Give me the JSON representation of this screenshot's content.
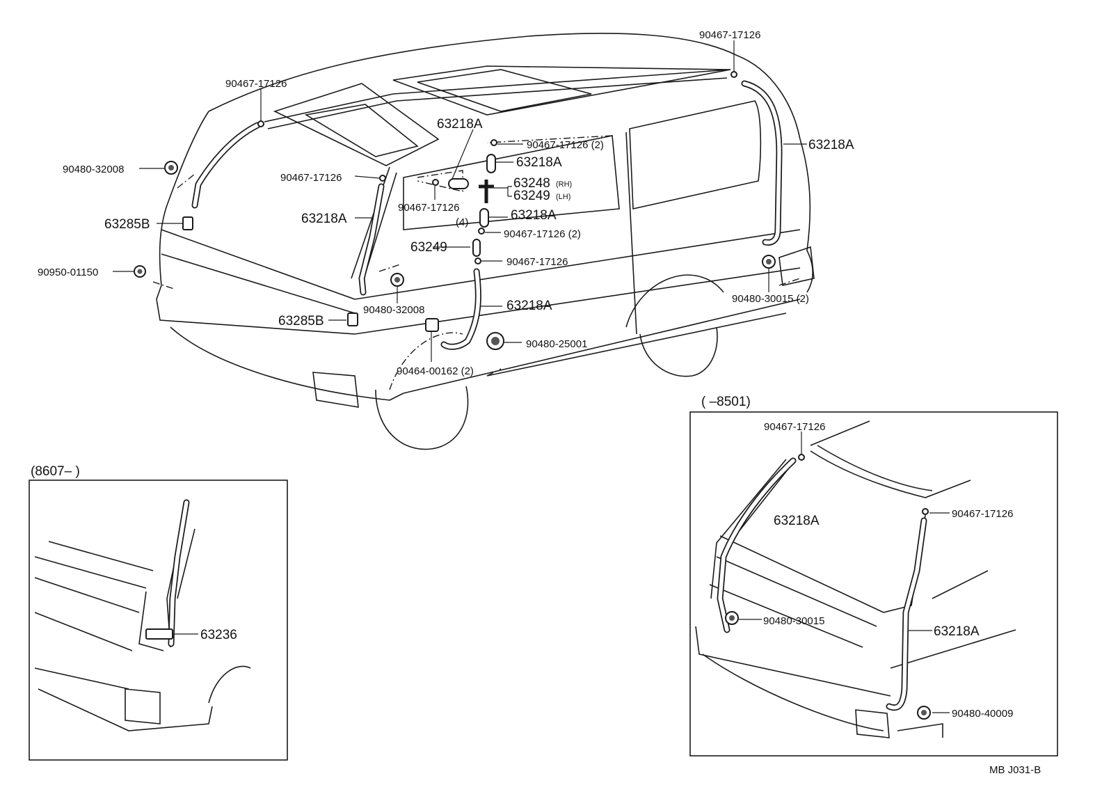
{
  "callouts": {
    "c01": "90467-17126",
    "c02": "90467-17126",
    "c03": "90480-32008",
    "c04": "63285B",
    "c05": "90950-01150",
    "c06": "90467-17126",
    "c07": "63218A",
    "c08": "90467-17126",
    "c09": "(4)",
    "c10": "63218A",
    "c11": "90467-17126 (2)",
    "c12": "63218A",
    "c13": "63248",
    "c14": "(RH)",
    "c15": "63249",
    "c16": "(LH)",
    "c17": "63218A",
    "c18": "90467-17126 (2)",
    "c19": "63249",
    "c20": "90467-17126",
    "c21": "63218A",
    "c22": "90480-32008",
    "c23": "63285B",
    "c24": "90464-00162 (2)",
    "c25": "90480-25001",
    "c26": "63218A",
    "c27": "90467-17126",
    "c28": "90480-30015 (2)"
  },
  "inset_left": {
    "range": "(8607–        )",
    "part": "63236"
  },
  "inset_right": {
    "range": "(        –8501)",
    "c1": "90467-17126",
    "c2": "63218A",
    "c3": "90467-17126",
    "c4": "90480-30015",
    "c5": "63218A",
    "c6": "90480-40009"
  },
  "footer": {
    "code": "MB  J031-B"
  }
}
